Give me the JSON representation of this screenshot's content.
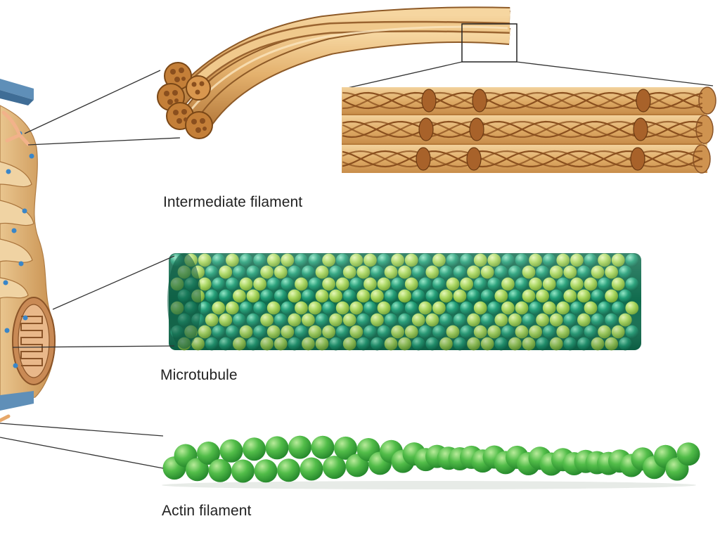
{
  "labels": {
    "intermediate_filament": "Intermediate filament",
    "microtubule": "Microtubule",
    "actin_filament": "Actin filament"
  },
  "colors": {
    "filament_tan": "#e2b06a",
    "filament_shadow": "#b5773a",
    "filament_highlight": "#f7d9a4",
    "fiber_brown": "#8a4f1e",
    "tubulin_alpha": "#a6d55a",
    "tubulin_beta": "#1f9d75",
    "actin_green": "#4fb94a",
    "cell_blue": "#5f8fb8",
    "leader_line": "#333333"
  }
}
